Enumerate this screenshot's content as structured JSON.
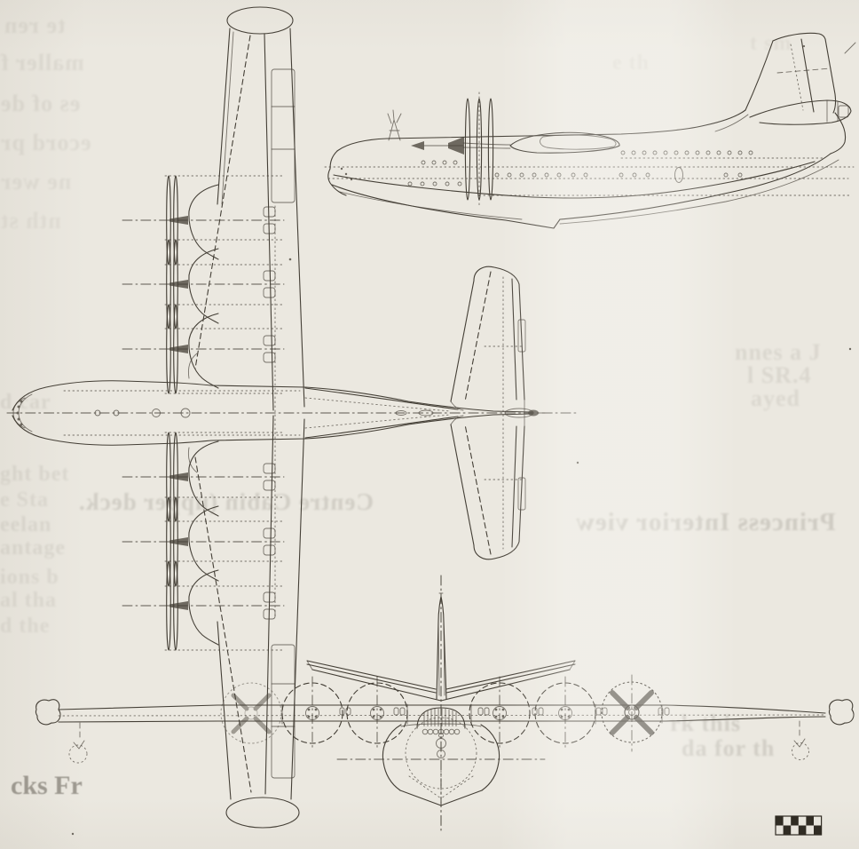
{
  "page": {
    "paper_color": "#ebe8e0",
    "ink_color": "#443f36"
  },
  "bleedthrough": {
    "caption_left": "Centre Cabin (upper deck.",
    "caption_right": "Princess Interior view",
    "corner_text": "cks Fr",
    "fragments": [
      "te ren",
      "maller f",
      "es of de",
      "ecord pr",
      "ne wer",
      "nth st",
      "d car",
      "ght bet",
      "e Sta",
      "eelan",
      "antage",
      "ions b",
      "al tha",
      "d the",
      "nnes a J",
      "l SR.4",
      "ayed",
      "rk this",
      "da for th",
      "t sm",
      "e th"
    ]
  },
  "scale_block": {
    "rows": 2,
    "cols": 6,
    "dark_color": "#2e2a22"
  }
}
